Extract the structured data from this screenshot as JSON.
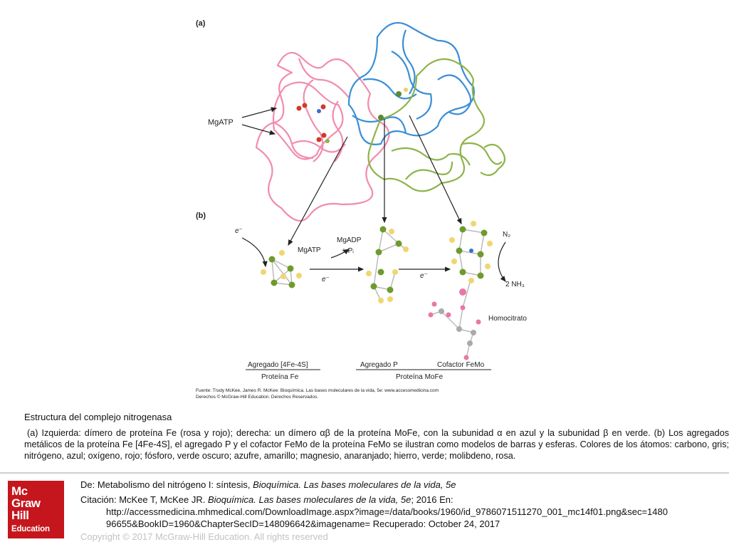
{
  "figure": {
    "panel_a": "(a)",
    "panel_b": "(b)",
    "mgatp_a": "MgATP",
    "electron": "e⁻",
    "mgatp_b": "MgATP",
    "mgadp": "MgADP",
    "pi": "+ Pᵢ",
    "n2": "N₂",
    "nh3": "2 NH₃",
    "homocitrato": "Homocitrato",
    "label_4fe4s": "Agregado [4Fe-4S]",
    "label_protein_fe": "Proteína Fe",
    "label_p_cluster": "Agregado P",
    "label_femo": "Cofactor FeMo",
    "label_protein_mofe": "Proteína MoFe",
    "source_line": "Fuente: Trudy McKee, James R. McKee: Bioquímica. Las bases moleculares de la vida, 5e: www.accessmedicina.com",
    "rights_line": "Derechos © McGraw-Hill Education. Derechos Reservados.",
    "colors": {
      "pink": "#f28cae",
      "blue": "#3a8fd6",
      "green": "#8db44a"
    }
  },
  "caption": {
    "title": "Estructura del complejo nitrogenasa",
    "body": "(a) Izquierda: dímero de proteína Fe (rosa y rojo); derecha: un dímero αβ de la proteína MoFe, con la subunidad α en azul y la subunidad β en verde. (b) Los agregados metálicos de la proteína Fe [4Fe-4S], el agregado P y el cofactor FeMo de la proteína FeMo se ilustran como modelos de barras y esferas. Colores de los átomos: carbono, gris; nitrógeno, azul; oxígeno, rojo; fósforo, verde oscuro; azufre, amarillo; magnesio, anaranjado; hierro, verde; molibdeno, rosa."
  },
  "logo": {
    "line1": "Mc",
    "line2": "Graw",
    "line3": "Hill",
    "line4": "Education"
  },
  "source": {
    "prefix": "De: ",
    "chapter": "Metabolismo del nitrógeno I: síntesis, ",
    "book": "Bioquímica. Las bases moleculares de la vida, 5e",
    "citation_prefix": "Citación: McKee T, McKee JR. ",
    "citation_book": "Bioquímica. Las bases moleculares de la vida, 5e",
    "citation_suffix": "; 2016 En:",
    "url": "http://accessmedicina.mhmedical.com/DownloadImage.aspx?image=/data/books/1960/id_9786071511270_001_mc14f01.png&sec=1480 96655&BookID=1960&ChapterSecID=148096642&imagename= Recuperado: October 24, 2017"
  },
  "copyright": "Copyright © 2017 McGraw-Hill Education. All rights reserved"
}
